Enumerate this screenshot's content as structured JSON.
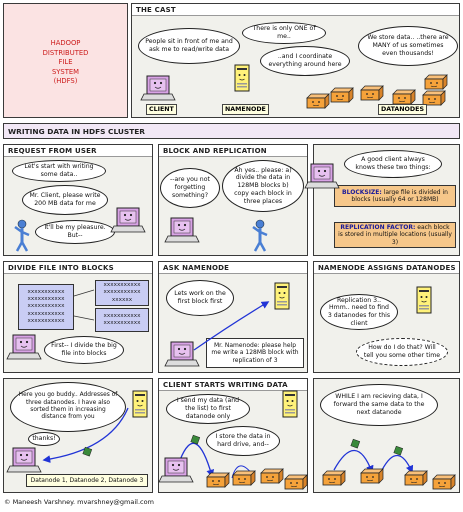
{
  "cover": {
    "lines": [
      "HADOOP",
      "DISTRIBUTED",
      "FILE",
      "SYSTEM",
      "(HDFS)"
    ]
  },
  "cast": {
    "title": "THE CAST",
    "client_speech": "People sit in front of me and ask me to read/write data",
    "namenode_speech_1": "There is only ONE of me..",
    "namenode_speech_2": "..and I coordinate everything around here",
    "datanode_speech": "We store data.. ..there are MANY of us sometimes even thousands!",
    "client_label": "CLIENT",
    "namenode_label": "NAMENODE",
    "datanode_label": "DATANODES"
  },
  "section_title": "WRITING DATA IN HDFS CLUSTER",
  "p1": {
    "title": "REQUEST FROM USER",
    "b1": "Let's start with writing some data..",
    "b2": "Mr. Client, please write 200 MB data for me",
    "b3": "It'll be my pleasure. But--"
  },
  "p2": {
    "title": "BLOCK AND REPLICATION",
    "b1": "--are you not forgetting something?",
    "b2": "Ah yes.. please: a) divide the data in 128MB blocks b) copy each block in three places"
  },
  "p3": {
    "b1": "A good client always knows these two things:",
    "block_head": "BLOCKSIZE:",
    "block_text": " large file is divided in blocks (usually 64 or 128MB)",
    "rep_head": "REPLICATION FACTOR:",
    "rep_text": " each block is stored in multiple locations (usually 3)"
  },
  "p4": {
    "title": "DIVIDE FILE INTO BLOCKS",
    "block_row": "xxxxxxxxxxx",
    "block_row_short": "xxxxxx",
    "b1": "First-- I divide the big file into blocks"
  },
  "p5": {
    "title": "ASK NAMENODE",
    "b1": "Lets work on the first block first",
    "b2": "Mr. Namenode: please help me write a 128MB block with replication of 3"
  },
  "p6": {
    "title": "NAMENODE ASSIGNS DATANODES",
    "b1": "Replication 3.. Hmm.. need to find 3 datanodes for this client",
    "b2": "How do I do that? Will tell you some other time"
  },
  "p7": {
    "b1": "Here you go buddy.. Addresses of three datanodes. I have also sorted them in increasing distance from you",
    "b2": "thanks!",
    "list": "Datanode 1, Datanode 2, Datanode 3"
  },
  "p8": {
    "title": "CLIENT STARTS WRITING DATA",
    "b1": "I send my data (and the list) to first datanode only",
    "b2": "I store the data in hard drive, and--"
  },
  "p9": {
    "b1": "WHILE I am recieving data, I forward the same data to the next datanode"
  },
  "footer": "© Maneesh Varshney. mvarshney@gmail.com",
  "colors": {
    "panel_bg": "#f1f1ec",
    "cover_bg": "#fbe3e3",
    "cover_text": "#cc1b1b",
    "section_bg": "#f2e8f6",
    "client_face": "#d9a3e6",
    "namenode_body": "#fff27a",
    "datanode_box": "#f5a23a",
    "orange_box": "#f6c78a",
    "arrow": "#2134d6",
    "block_fill": "#c9cdf4"
  }
}
